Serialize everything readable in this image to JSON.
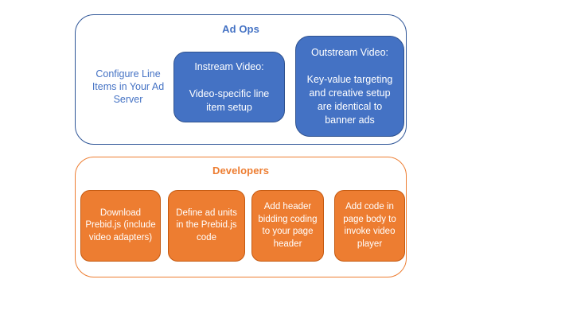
{
  "ad_ops": {
    "title": "Ad Ops",
    "side_label": "Configure Line Items in Your Ad Server",
    "boxes": [
      {
        "title": "Instream Video:",
        "body": "Video-specific line item setup"
      },
      {
        "title": "Outstream Video:",
        "body": "Key-value targeting and creative setup are identical to banner ads"
      }
    ]
  },
  "developers": {
    "title": "Developers",
    "steps": [
      {
        "label": "Download Prebid.js (include video adapters)"
      },
      {
        "label": "Define ad units in the Prebid.js code"
      },
      {
        "label": "Add header bidding coding to your page header"
      },
      {
        "label": "Add code in page body to invoke video player"
      }
    ]
  },
  "colors": {
    "blue_fill": "#4472C4",
    "blue_box_border": "#2F528F",
    "blue_outline": "#2E5597",
    "blue_text": "#4472C4",
    "orange_fill": "#ED7D31",
    "orange_box_border": "#C55A11",
    "orange_outline": "#ED7D31",
    "box_text": "#FFFFFF",
    "background": "#FFFFFF"
  }
}
